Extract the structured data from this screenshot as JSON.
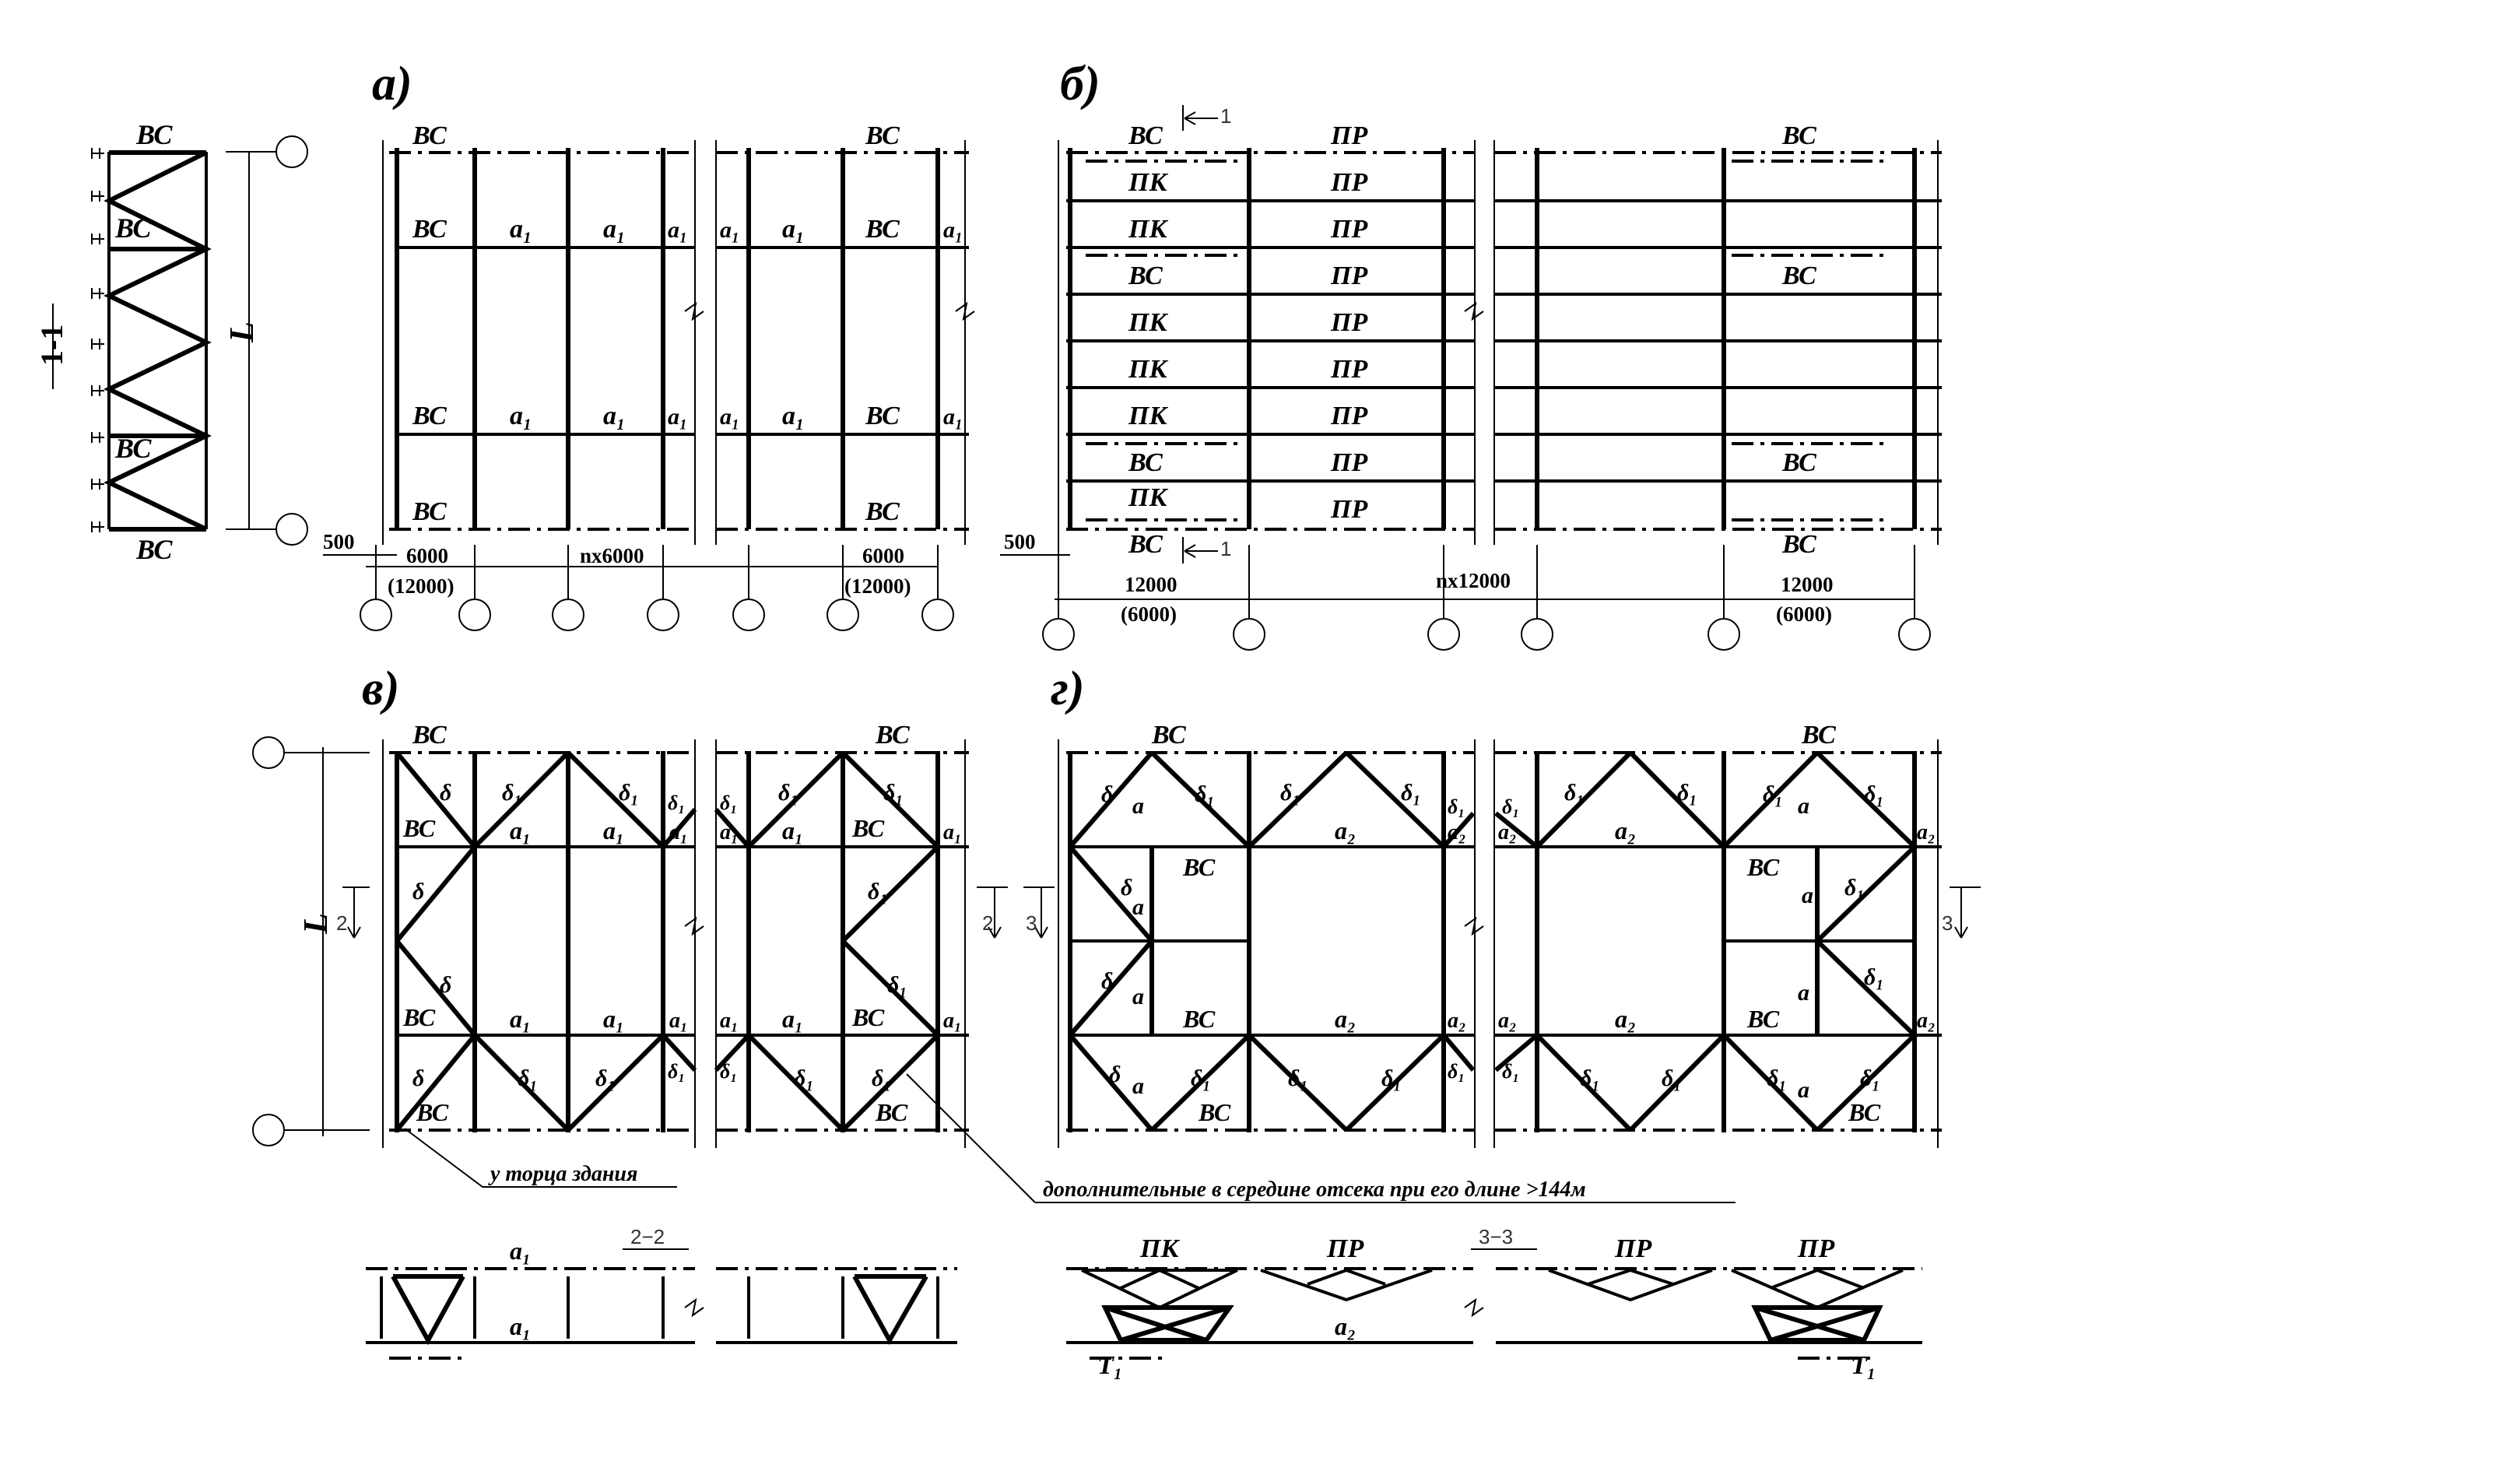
{
  "titles": {
    "a": "а)",
    "b": "б)",
    "v": "в)",
    "g": "г)"
  },
  "side_view": {
    "section": "1-1",
    "span": "L",
    "top": "ВС",
    "bottom": "ВС",
    "mid1": "ВС",
    "mid2": "ВС"
  },
  "labels": {
    "vs": "ВС",
    "pr": "ПР",
    "pk": "ПК",
    "a1": "а₁",
    "a2": "а₂",
    "a": "а",
    "d": "δ",
    "d1": "δ₁",
    "t1": "Т₁",
    "span": "L"
  },
  "dims_a": {
    "offset": "500",
    "first": "6000",
    "first_alt": "(12000)",
    "middle": "nx6000",
    "last": "6000",
    "last_alt": "(12000)"
  },
  "dims_b": {
    "offset": "500",
    "first": "12000",
    "first_alt": "(6000)",
    "middle": "nx12000",
    "last": "12000",
    "last_alt": "(6000)"
  },
  "section_marks": {
    "s1": "1",
    "s2": "2",
    "s3": "3",
    "sec22": "2−2",
    "sec33": "3−3"
  },
  "notes": {
    "end": "у торца здания",
    "middle": "дополнительные в середине отсека при его длине >144м"
  }
}
